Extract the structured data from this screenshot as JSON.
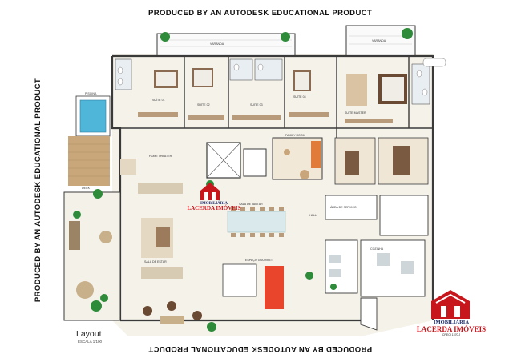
{
  "watermark": "PRODUCED BY AN AUTODESK EDUCATIONAL PRODUCT",
  "layout_title": "Layout",
  "layout_subtitle": "ESCALA 1/100",
  "brand": {
    "name_line1": "IMOBILIÁRIA",
    "name_line2": "LACERDA IMÓVEIS",
    "creci": "CRECI 1370 J",
    "red": "#c8161d",
    "navy": "#1a2a6c"
  },
  "rooms": {
    "suite_1": "SUÍTE 01",
    "suite_2": "SUÍTE 02",
    "suite_3": "SUÍTE 03",
    "suite_4": "SUÍTE 04",
    "master_suite": "SUÍTE MASTER",
    "family_room": "FAMILY ROOM",
    "home_theater": "HOME THEATER",
    "dining": "SALA DE JANTAR",
    "living": "SALA DE ESTAR",
    "kitchen": "COZINHA",
    "gourmet": "ESPAÇO GOURMET",
    "pool": "PISCINA",
    "deck": "DECK",
    "service": "ÁREA DE SERVIÇO",
    "hall": "HALL",
    "balcony_1": "VARANDA",
    "balcony_2": "VARANDA"
  },
  "colors": {
    "wall": "#3a3a3a",
    "floor": "#f5f2ea",
    "wood": "#c9a77a",
    "pool": "#4fb6d9",
    "plant": "#2e8b3a",
    "island": "#e8452c"
  }
}
